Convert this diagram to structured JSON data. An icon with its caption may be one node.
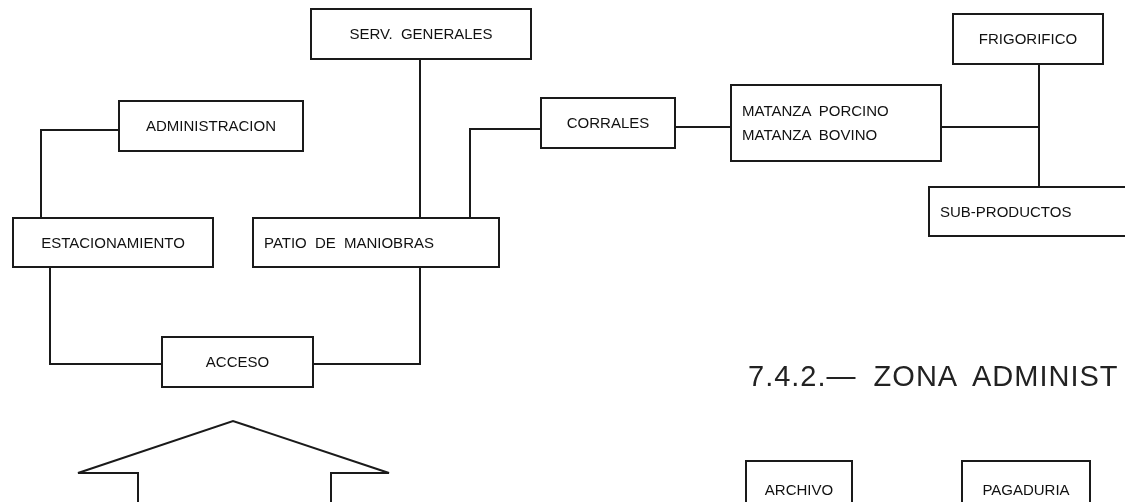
{
  "diagram": {
    "nodes": [
      {
        "text": [
          "SERV. GENERALES"
        ]
      },
      {
        "text": [
          "ADMINISTRACION"
        ]
      },
      {
        "text": [
          "ESTACIONAMIENTO"
        ]
      },
      {
        "text": [
          "PATIO DE MANIOBRAS"
        ]
      },
      {
        "text": [
          "ACCESO"
        ]
      },
      {
        "text": [
          "CORRALES"
        ]
      },
      {
        "text": [
          "MATANZA PORCINO",
          "MATANZA BOVINO"
        ]
      },
      {
        "text": [
          "FRIGORIFICO"
        ]
      },
      {
        "text": [
          "SUB-PRODUCTOS"
        ]
      },
      {
        "text": [
          "ARCHIVO"
        ]
      },
      {
        "text": [
          "PAGADURIA"
        ]
      }
    ],
    "edges": [
      {
        "from": 1,
        "to": 2,
        "arrow": "none"
      },
      {
        "from": 2,
        "to": 4,
        "arrow": "none"
      },
      {
        "from": 4,
        "to": 3,
        "arrow": "none"
      },
      {
        "from": 0,
        "to": 3,
        "arrow": "none"
      },
      {
        "from": 3,
        "to": 5,
        "arrow": "none"
      },
      {
        "from": 5,
        "to": 6,
        "arrow": "none"
      },
      {
        "from": 6,
        "to": 7,
        "arrow": "none"
      },
      {
        "from": 6,
        "to": 8,
        "arrow": "none"
      }
    ],
    "labels": [
      "7.4.2.— ZONA ADMINIST"
    ]
  }
}
